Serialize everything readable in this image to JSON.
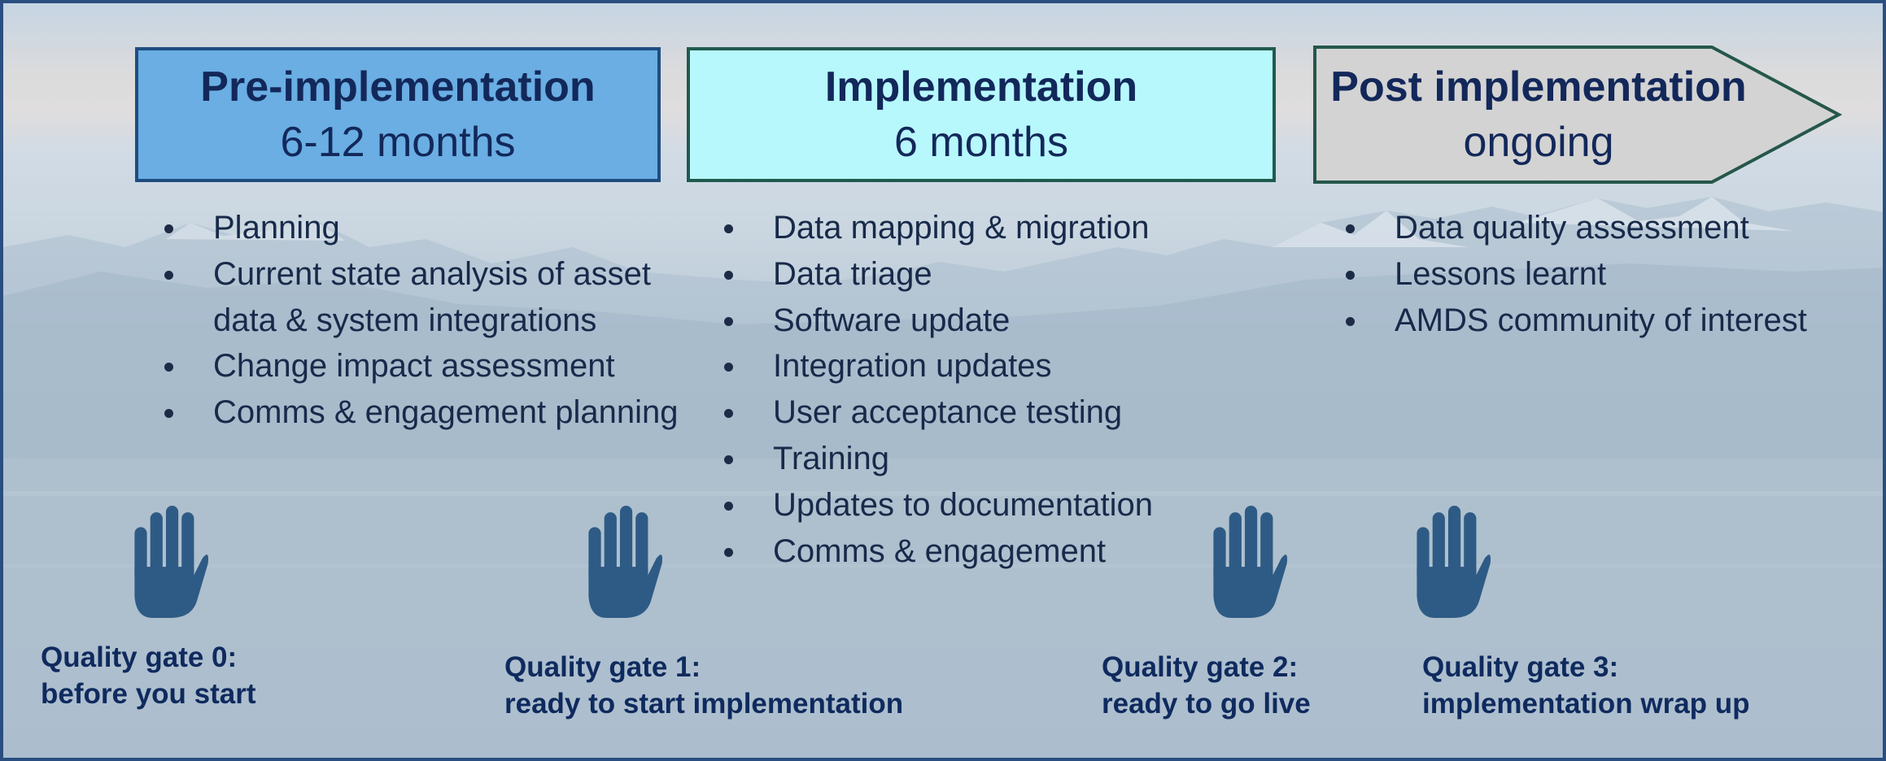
{
  "phases": [
    {
      "title": "Pre-implementation",
      "duration": "6-12 months",
      "tasks": [
        "Planning",
        "Current state analysis of asset data & system integrations",
        "Change impact assessment",
        "Comms & engagement planning"
      ]
    },
    {
      "title": "Implementation",
      "duration": "6 months",
      "tasks": [
        "Data mapping & migration",
        "Data triage",
        "Software update",
        "Integration updates",
        "User acceptance testing",
        "Training",
        "Updates to documentation",
        "Comms & engagement"
      ]
    },
    {
      "title": "Post implementation",
      "duration": "ongoing",
      "tasks": [
        "Data quality assessment",
        "Lessons learnt",
        "AMDS community of interest"
      ]
    }
  ],
  "quality_gates": [
    {
      "title": "Quality gate 0:",
      "description": "before you start"
    },
    {
      "title": "Quality gate 1:",
      "description": "ready to start implementation"
    },
    {
      "title": "Quality gate 2:",
      "description": "ready to go live"
    },
    {
      "title": "Quality gate 3:",
      "description": "implementation wrap up"
    }
  ],
  "icons": {
    "gate_icon": "raised-hand-icon",
    "bullet_icon": "bullet-dot"
  },
  "colors": {
    "pre_implementation_fill": "#6aaee3",
    "implementation_fill": "#b7f8fd",
    "post_implementation_fill": "#d3d3d3",
    "hand_icon": "#2e5b85",
    "gate_text": "#0f2a5e"
  }
}
